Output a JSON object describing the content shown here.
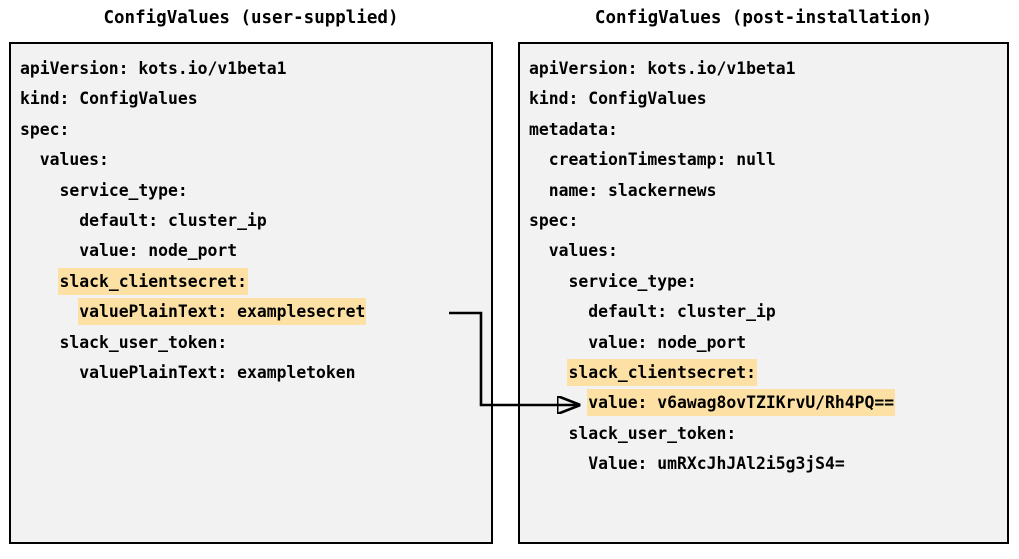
{
  "panels": {
    "left": {
      "title": "ConfigValues (user-supplied)",
      "lines": [
        {
          "text": "apiVersion: kots.io/v1beta1",
          "highlight": false
        },
        {
          "text": "kind: ConfigValues",
          "highlight": false
        },
        {
          "text": "spec:",
          "highlight": false
        },
        {
          "text": "  values:",
          "highlight": false
        },
        {
          "text": "    service_type:",
          "highlight": false
        },
        {
          "text": "      default: cluster_ip",
          "highlight": false
        },
        {
          "text": "      value: node_port",
          "highlight": false
        },
        {
          "text": "    slack_clientsecret:",
          "highlight": true
        },
        {
          "text": "      valuePlainText: examplesecret",
          "highlight": true
        },
        {
          "text": "    slack_user_token:",
          "highlight": false
        },
        {
          "text": "      valuePlainText: exampletoken",
          "highlight": false
        }
      ]
    },
    "right": {
      "title": "ConfigValues (post-installation)",
      "lines": [
        {
          "text": "apiVersion: kots.io/v1beta1",
          "highlight": false
        },
        {
          "text": "kind: ConfigValues",
          "highlight": false
        },
        {
          "text": "metadata:",
          "highlight": false
        },
        {
          "text": "  creationTimestamp: null",
          "highlight": false
        },
        {
          "text": "  name: slackernews",
          "highlight": false
        },
        {
          "text": "spec:",
          "highlight": false
        },
        {
          "text": "  values:",
          "highlight": false
        },
        {
          "text": "    service_type:",
          "highlight": false
        },
        {
          "text": "      default: cluster_ip",
          "highlight": false
        },
        {
          "text": "      value: node_port",
          "highlight": false
        },
        {
          "text": "    slack_clientsecret:",
          "highlight": true
        },
        {
          "text": "      value: v6awag8ovTZIKrvU/Rh4PQ==",
          "highlight": true
        },
        {
          "text": "    slack_user_token:",
          "highlight": false
        },
        {
          "text": "      Value: umRXcJhJAl2i5g3jS4=",
          "highlight": false
        }
      ]
    }
  },
  "connector": {
    "label": "transformation-arrow",
    "from": "examplesecret",
    "to": "v6awag8ovTZIKrvU/Rh4PQ=="
  },
  "colors": {
    "highlight": "#fde1a4",
    "panel_background": "#f2f2f2",
    "border": "#000000",
    "text": "#000000",
    "page_background": "#ffffff"
  }
}
